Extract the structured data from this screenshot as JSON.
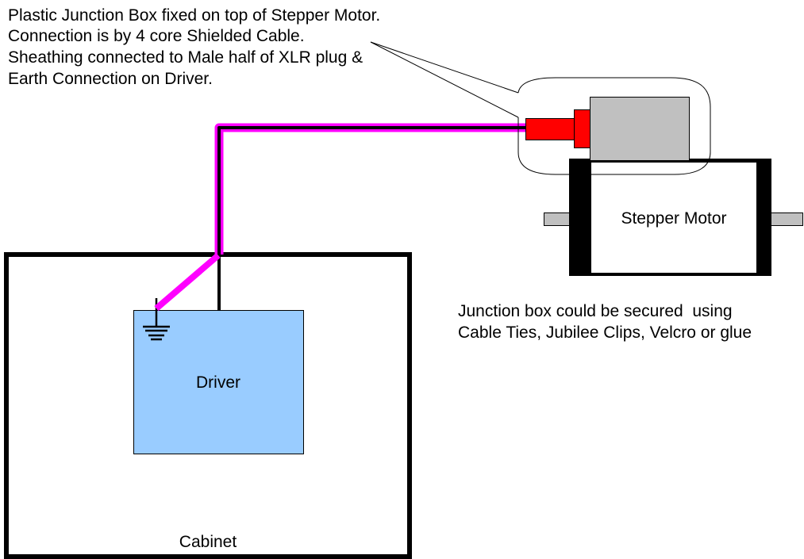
{
  "header_note": {
    "lines": [
      "Plastic Junction Box fixed on top of Stepper Motor.",
      "Connection is by 4 core Shielded Cable.",
      "Sheathing connected to Male half of XLR plug &",
      "Earth Connection on Driver."
    ]
  },
  "side_note": {
    "lines": [
      "Junction box could be secured  using",
      "Cable Ties, Jubilee Clips, Velcro or glue"
    ]
  },
  "components": {
    "stepper_motor": {
      "label": "Stepper Motor"
    },
    "driver": {
      "label": "Driver"
    },
    "cabinet": {
      "label": "Cabinet"
    },
    "junction_box": {
      "label": ""
    },
    "xlr_plug": {
      "label": ""
    },
    "earth": {
      "icon": "ground-icon"
    }
  },
  "colors": {
    "shield": "#ff00ff",
    "core": "#000000",
    "plug": "#ff0000",
    "junction_body": "#c0c0c0",
    "driver_fill": "#99ccff",
    "outline": "#000000"
  }
}
